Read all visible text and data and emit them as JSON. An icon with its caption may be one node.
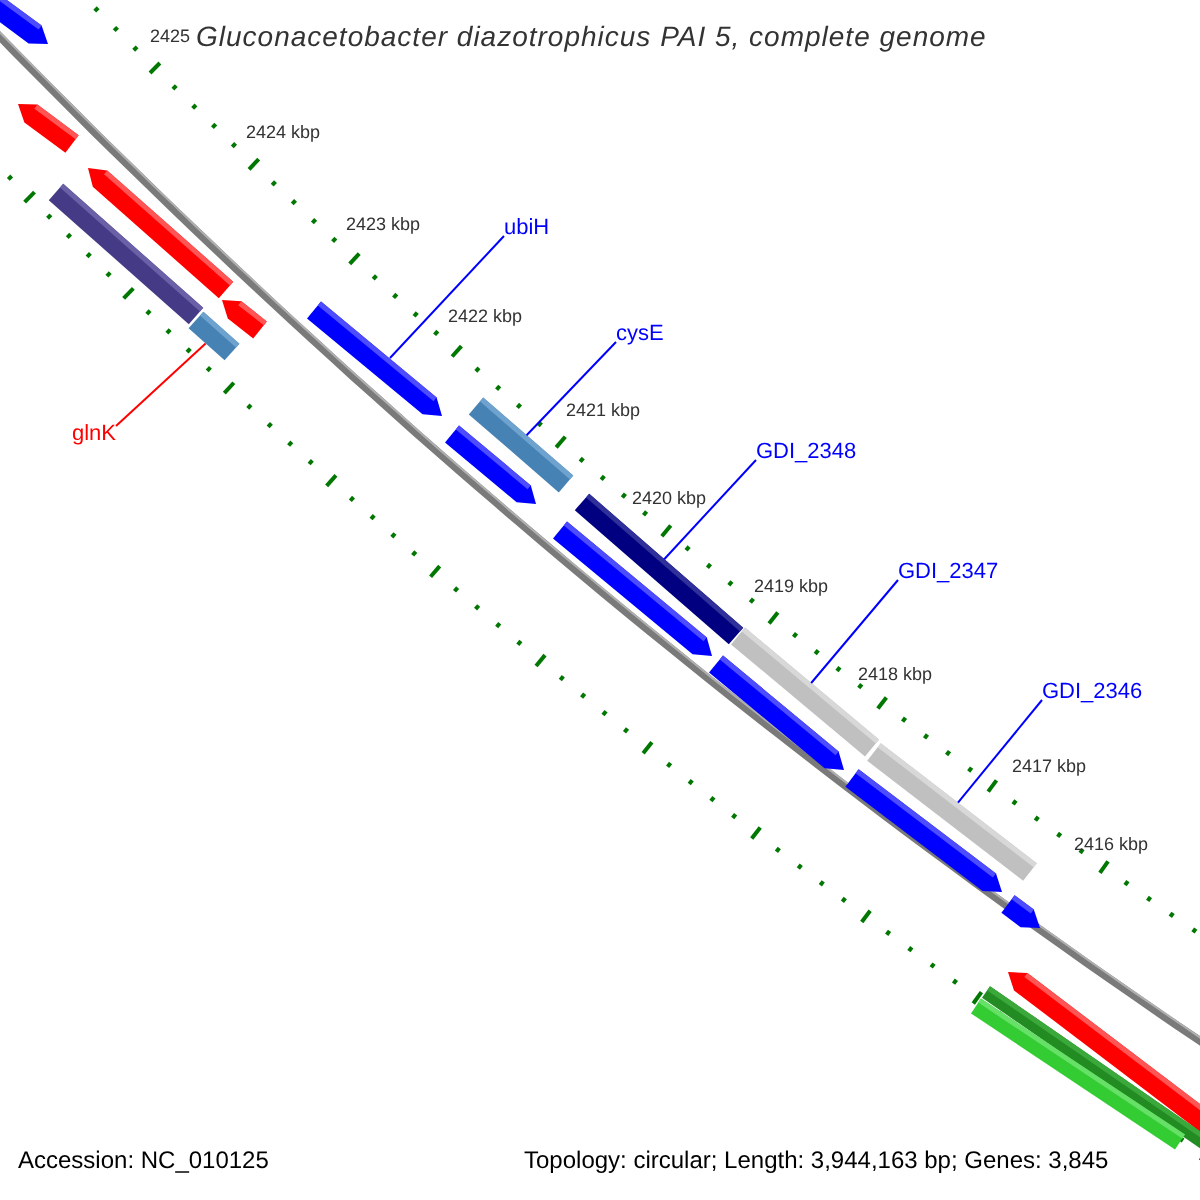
{
  "diagram": {
    "title": "Gluconacetobacter diazotrophicus PAI 5, complete genome",
    "nodes": [
      {
        "text": [
          "ubiH"
        ]
      },
      {
        "text": [
          "cysE"
        ]
      },
      {
        "text": [
          "GDI_2348"
        ]
      },
      {
        "text": [
          "GDI_2347"
        ]
      },
      {
        "text": [
          "GDI_2346"
        ]
      },
      {
        "text": [
          "glnK"
        ]
      },
      {
        "text": [],
        "shape": "bar"
      },
      {
        "text": [],
        "shape": "bar"
      },
      {
        "text": [],
        "shape": "bar"
      },
      {
        "text": [],
        "shape": "bar"
      },
      {
        "text": [],
        "shape": "bar"
      },
      {
        "text": [],
        "shape": "bar"
      }
    ],
    "edges": [
      {
        "from": 0,
        "to": 7,
        "arrow": "none"
      },
      {
        "from": 1,
        "to": 8,
        "arrow": "none"
      },
      {
        "from": 2,
        "to": 9,
        "arrow": "none"
      },
      {
        "from": 3,
        "to": 10,
        "arrow": "none"
      },
      {
        "from": 4,
        "to": 11,
        "arrow": "none"
      },
      {
        "from": 5,
        "to": 6,
        "arrow": "none",
        "color": "#ff0000"
      }
    ],
    "labels": [
      "2425",
      "2424 kbp",
      "2423 kbp",
      "2422 kbp",
      "2421 kbp",
      "2420 kbp",
      "2419 kbp",
      "2418 kbp",
      "2417 kbp",
      "2416 kbp",
      "Accession: NC_010125",
      "Topology: circular; Length: 3,944,163 bp; Genes: 3,845"
    ]
  }
}
